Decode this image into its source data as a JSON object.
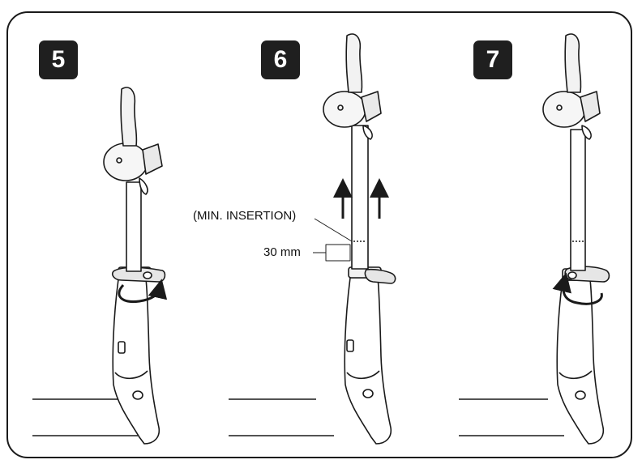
{
  "steps": [
    {
      "number": "5"
    },
    {
      "number": "6"
    },
    {
      "number": "7"
    }
  ],
  "annotations": {
    "min_insertion": "(MIN. INSERTION)",
    "measurement": "30 mm"
  },
  "colors": {
    "ink": "#1a1a1a",
    "badge": "#1f1f1f",
    "fill_light": "#f2f2f2",
    "fill_mid": "#d9d9d9"
  }
}
